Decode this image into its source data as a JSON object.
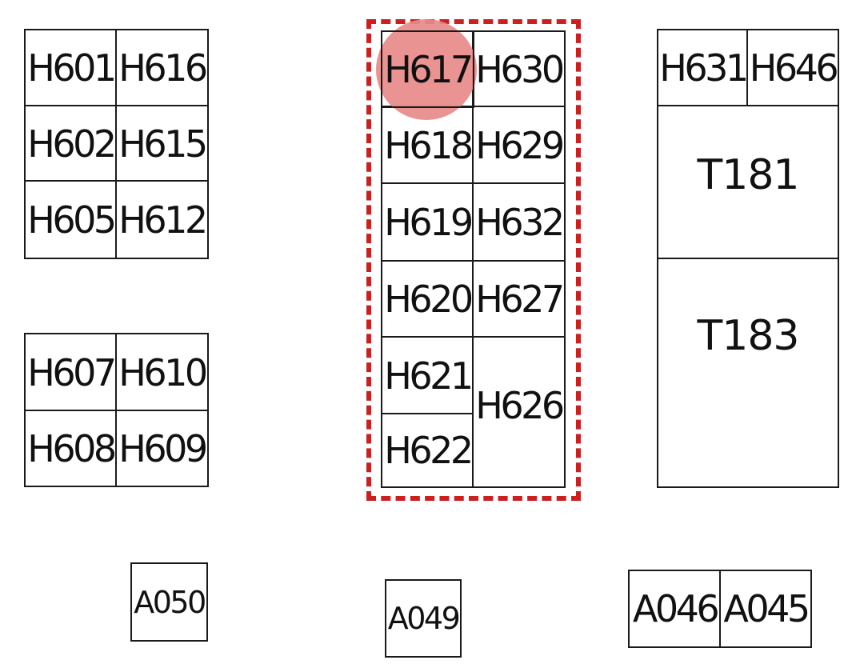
{
  "highlight": {
    "marker_color": "#e88a8a",
    "outline_color": "#cc2020",
    "highlighted_booth": "H617"
  },
  "booths": {
    "H601": "H601",
    "H616": "H616",
    "H602": "H602",
    "H615": "H615",
    "H605": "H605",
    "H612": "H612",
    "H607": "H607",
    "H610": "H610",
    "H608": "H608",
    "H609": "H609",
    "H617": "H617",
    "H630": "H630",
    "H618": "H618",
    "H629": "H629",
    "H619": "H619",
    "H632": "H632",
    "H620": "H620",
    "H627": "H627",
    "H621": "H621",
    "H622": "H622",
    "H626": "H626",
    "H631": "H631",
    "H646": "H646",
    "T181": "T181",
    "T183": "T183",
    "A050": "A050",
    "A049": "A049",
    "A046": "A046",
    "A045": "A045"
  }
}
